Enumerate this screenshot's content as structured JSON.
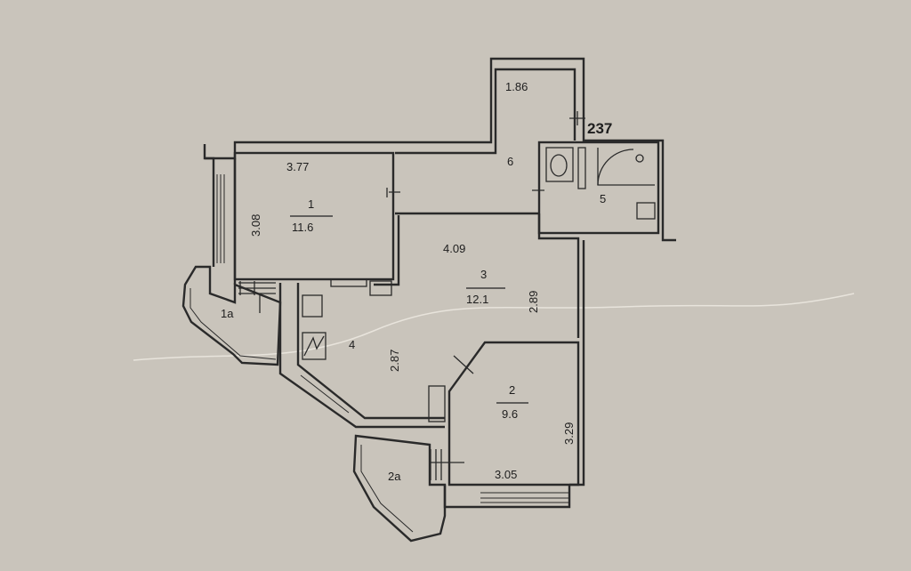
{
  "plan": {
    "apartment_number": "237",
    "rooms": [
      {
        "id": "1",
        "label": "1",
        "area": "11.6",
        "width": "3.77",
        "depth": "3.08"
      },
      {
        "id": "1a",
        "label": "1a"
      },
      {
        "id": "2",
        "label": "2",
        "area": "9.6",
        "width": "3.05",
        "depth": "3.29"
      },
      {
        "id": "2a",
        "label": "2a"
      },
      {
        "id": "3",
        "label": "3",
        "area": "12.1",
        "width": "4.09",
        "depth": "2.89"
      },
      {
        "id": "4",
        "label": "4",
        "depth": "2.87"
      },
      {
        "id": "5",
        "label": "5"
      },
      {
        "id": "6",
        "label": "6",
        "width": "1.86"
      }
    ]
  }
}
